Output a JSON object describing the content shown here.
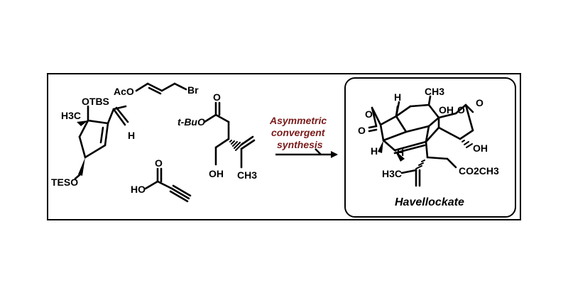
{
  "reagents": {
    "cyclopentene": {
      "methyl": "H3C",
      "otbs": "OTBS",
      "h": "H",
      "teso": "TESO"
    },
    "allyl_bromide": {
      "aco": "AcO",
      "br": "Br"
    },
    "propiolic_acid": {
      "ho": "HO",
      "o": "O"
    },
    "ester_alcohol": {
      "tbuo": "t-BuO",
      "o": "O",
      "oh": "OH",
      "ch3": "CH3"
    }
  },
  "arrow": {
    "line1": "Asymmetric",
    "line2": "convergent",
    "line3": "synthesis"
  },
  "product": {
    "name": "Havellockate",
    "labels": {
      "h_top": "H",
      "ch3_top": "CH3",
      "o_ring_left": "O",
      "oh_top": "OH",
      "o_ring_right": "O",
      "o_carbonyl_right": "O",
      "o_carbonyl_left": "O",
      "h_bottom1": "H",
      "h_bottom2": "H",
      "oh_right": "OH",
      "h3c": "H3C",
      "co2ch3": "CO2CH3"
    }
  },
  "colors": {
    "accent": "#7a1a1a",
    "ink": "#000000"
  }
}
